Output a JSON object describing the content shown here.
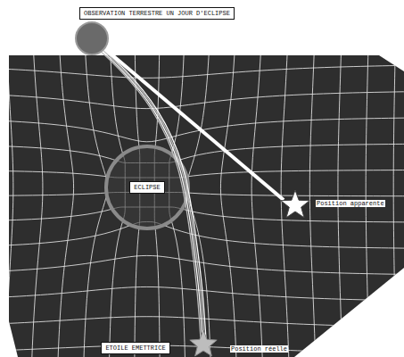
{
  "diagram": {
    "nodes": [
      {
        "text": [
          "OBSERVATION TERRESTRE UN JOUR D'ECLIPSE"
        ]
      },
      {
        "text": [
          "ECLIPSE"
        ]
      },
      {
        "text": [
          "ETOILE EMETTRICE"
        ]
      }
    ],
    "labels": [
      "Position apparente",
      "Position réelle"
    ]
  }
}
